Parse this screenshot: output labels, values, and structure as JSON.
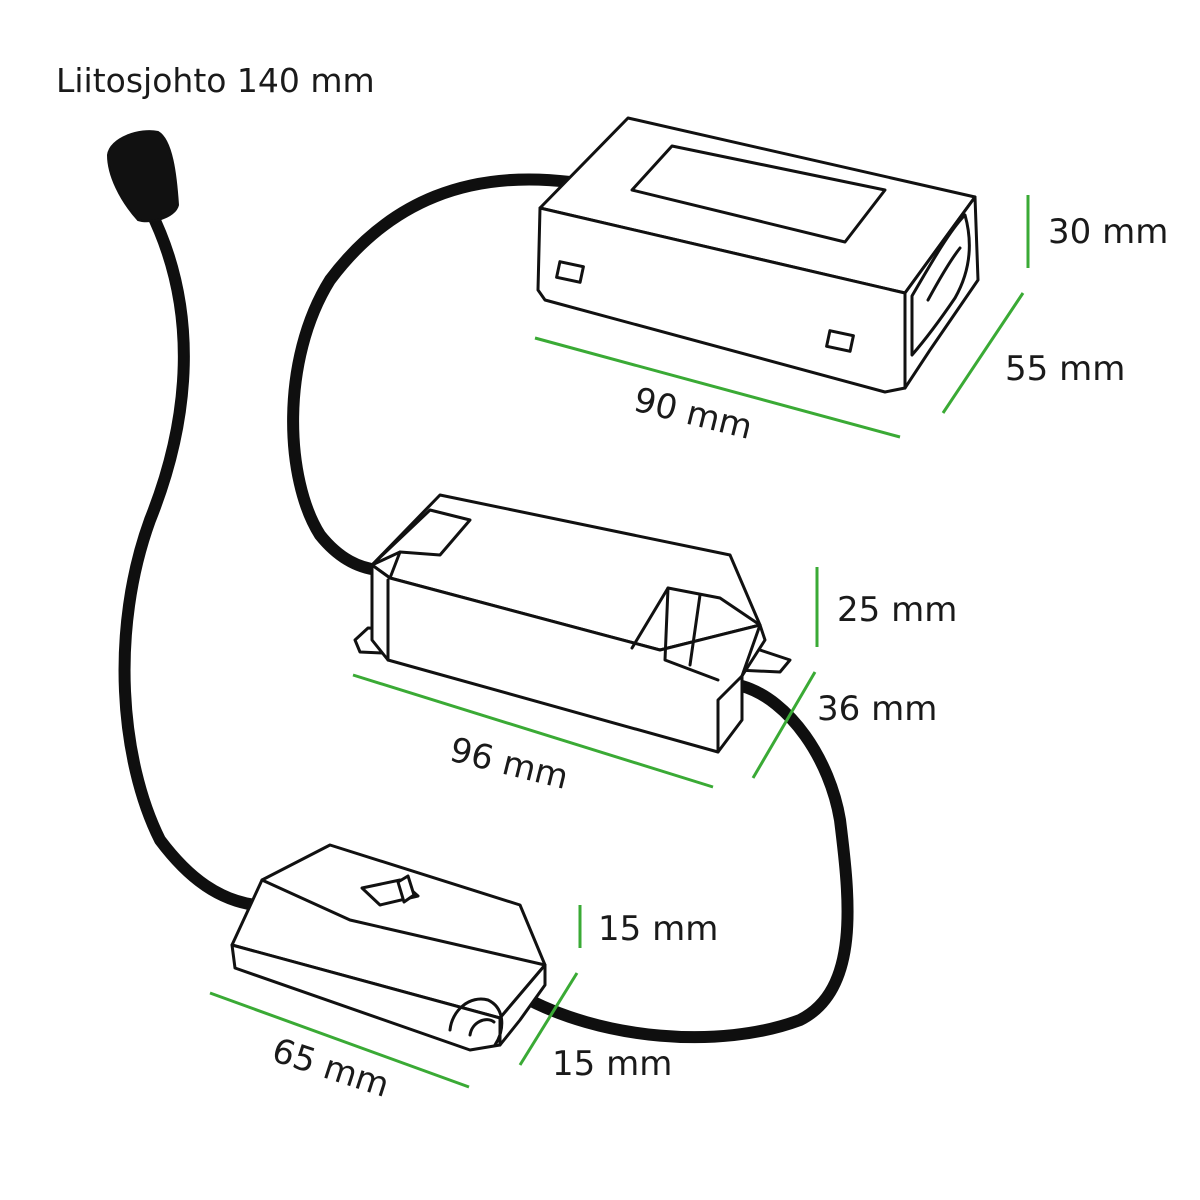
{
  "title": "Liitosjohto 140 mm",
  "colors": {
    "dimension": "#3aaa35",
    "outline": "#111111",
    "cable": "#0f0f0f",
    "text": "#1a1a1a"
  },
  "top_unit": {
    "length": "90 mm",
    "depth": "55 mm",
    "height": "30 mm"
  },
  "middle_unit": {
    "length": "96 mm",
    "depth": "36 mm",
    "height": "25 mm"
  },
  "bottom_unit": {
    "length": "65 mm",
    "depth": "15 mm",
    "height": "15 mm"
  }
}
